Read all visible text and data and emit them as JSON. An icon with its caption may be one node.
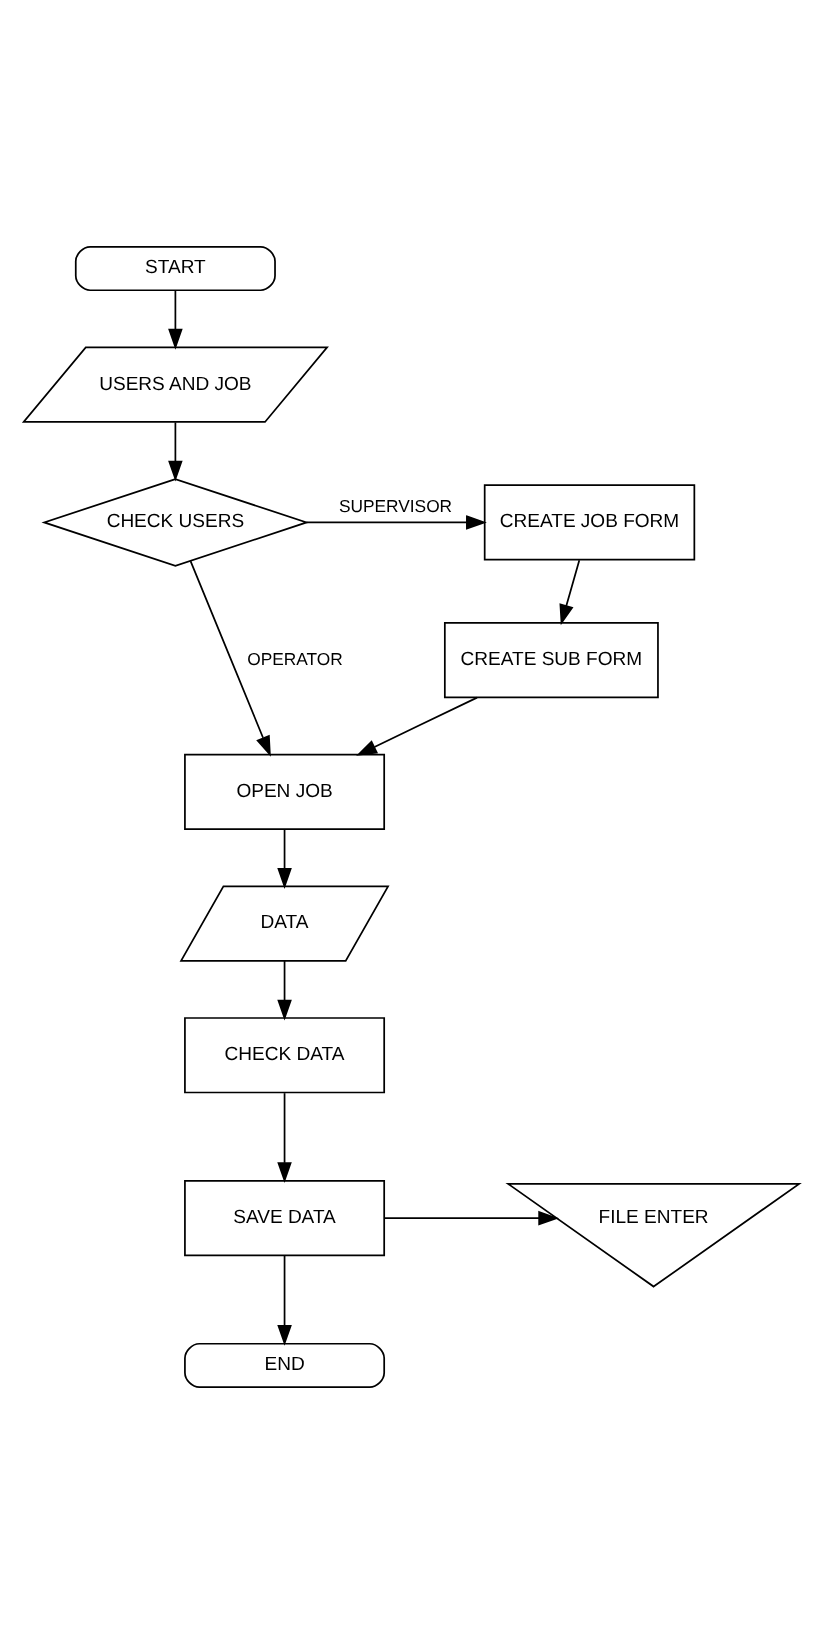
{
  "diagram": {
    "nodes": [
      {
        "text": [
          "START"
        ]
      },
      {
        "text": [
          "USERS AND JOB"
        ]
      },
      {
        "text": [
          "CHECK USERS"
        ]
      },
      {
        "text": [
          "CREATE JOB FORM"
        ]
      },
      {
        "text": [
          "CREATE SUB FORM"
        ]
      },
      {
        "text": [
          "OPEN JOB"
        ]
      },
      {
        "text": [
          "DATA"
        ]
      },
      {
        "text": [
          "CHECK DATA"
        ]
      },
      {
        "text": [
          "SAVE DATA"
        ]
      },
      {
        "text": [
          "FILE ENTER"
        ]
      },
      {
        "text": [
          "END"
        ]
      }
    ],
    "edges": [
      {
        "from": 0,
        "to": 1,
        "arrow": "to"
      },
      {
        "from": 1,
        "to": 2,
        "arrow": "to"
      },
      {
        "from": 2,
        "to": 3,
        "arrow": "to",
        "label": "SUPERVISOR"
      },
      {
        "from": 3,
        "to": 4,
        "arrow": "to"
      },
      {
        "from": 4,
        "to": 5,
        "arrow": "to"
      },
      {
        "from": 2,
        "to": 5,
        "arrow": "to",
        "label": "OPERATOR"
      },
      {
        "from": 5,
        "to": 6,
        "arrow": "to"
      },
      {
        "from": 6,
        "to": 7,
        "arrow": "to"
      },
      {
        "from": 7,
        "to": 8,
        "arrow": "to"
      },
      {
        "from": 8,
        "to": 9,
        "arrow": "to"
      },
      {
        "from": 8,
        "to": 10,
        "arrow": "to"
      }
    ]
  }
}
